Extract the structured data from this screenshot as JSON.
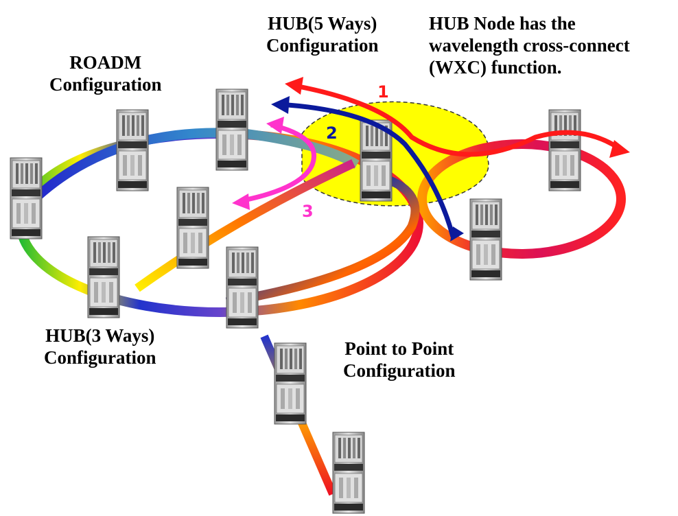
{
  "labels": {
    "roadm": {
      "line1": "ROADM",
      "line2": "Configuration"
    },
    "hub5": {
      "line1": "HUB(5 Ways)",
      "line2": "Configuration"
    },
    "hub_node": {
      "line1": "HUB Node has the",
      "line2": "wavelength cross-connect",
      "line3": "(WXC) function."
    },
    "hub3": {
      "line1": "HUB(3 Ways)",
      "line2": "Configuration"
    },
    "p2p": {
      "line1": "Point to Point",
      "line2": "Configuration"
    }
  },
  "paths": [
    {
      "number": "1",
      "color": "#ff1a1a"
    },
    {
      "number": "2",
      "color": "#0b1a9c"
    },
    {
      "number": "3",
      "color": "#ff33cc"
    }
  ],
  "colors": {
    "highlight": "#ffff00",
    "ring_start": "#2222cc",
    "ring_mid": "#22cc22",
    "ring_end": "#ff1a1a"
  }
}
